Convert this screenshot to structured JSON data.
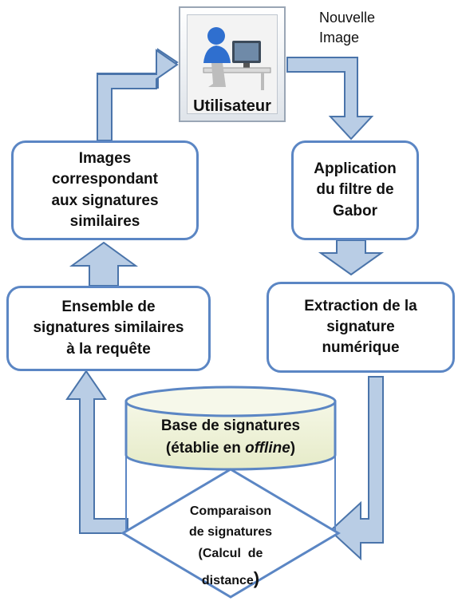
{
  "user": {
    "label": "Utilisateur"
  },
  "new_image": {
    "line1": "Nouvelle",
    "line2": "Image"
  },
  "images_box": {
    "line1": "Images",
    "line2": "correspondant",
    "line3": "aux signatures",
    "line4": "similaires"
  },
  "gabor_box": {
    "line1": "Application",
    "line2": "du filtre de",
    "line3": "Gabor"
  },
  "ensemble_box": {
    "line1": "Ensemble de",
    "line2": "signatures similaires",
    "line3": "à la requête"
  },
  "extraction_box": {
    "line1": "Extraction de la",
    "line2": "signature",
    "line3": "numérique"
  },
  "database": {
    "line1": "Base de signatures",
    "line2_prefix": "(établie en ",
    "line2_italic": "offline",
    "line2_suffix": ")"
  },
  "comparison": {
    "line1": "Comparaison",
    "line2": "de signatures",
    "line3": "(Calcul  de",
    "line4": "distance",
    "line4_suffix": ")"
  },
  "colors": {
    "box_border": "#5b86c4",
    "arrow_fill": "#b9cde5",
    "arrow_stroke": "#4a74aa",
    "db_fill": "#eef2d8"
  }
}
